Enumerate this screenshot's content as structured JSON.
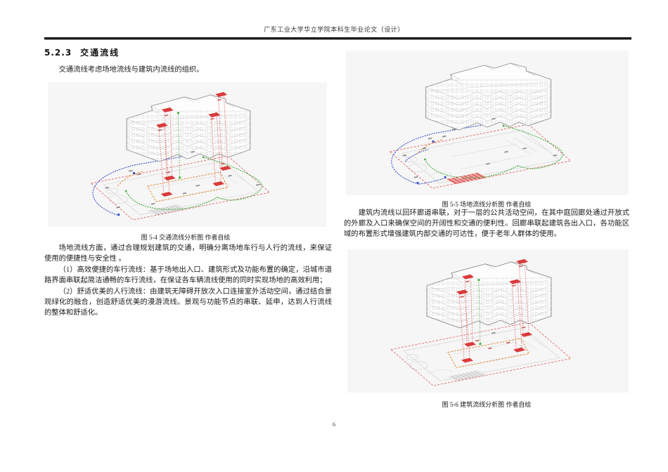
{
  "header": {
    "title": "广东工业大学华立学院本科生毕业论文（设计）"
  },
  "section": {
    "number": "5.2.3",
    "title": "交通流线"
  },
  "intro": "交通流线考虑场地流线与建筑内流线的组织。",
  "figures": {
    "fig54": {
      "caption": "图 5-4 交通流线分析图 作者自绘"
    },
    "fig55": {
      "caption": "图 5-5 场地流线分析图 作者自绘"
    },
    "fig56": {
      "caption": "图 5-6 建筑流线分析图 作者自绘"
    }
  },
  "paragraphs": {
    "site": "场地流线方面，通过合理规划建筑的交通，明确分离场地车行与人行的流线，来保证使用的便捷性与安全性 。",
    "vehicle": "（1）高效便捷的车行流线：基于场地出入口、建筑形式及功能布置的确定，沿城市道路界面串联起简洁通畅的车行流线，在保证各车辆流线使用的同时实现场地的高效利用；",
    "pedestrian": "（2）舒适优美的人行流线：由建筑无障碍开放次入口连接室外活动空间，通过结合景观绿化的融合，创造舒适优美的漫游流线。景观与功能节点的串联、延申，达到人行流线的整体和舒适化。",
    "interior": "建筑内流线以回环廊道串联，对于一层的公共活动空间，在其中庭回廊处通过开放式的外廊及入口来确保空间的开阔性和交通的便利性。回廊串联起建筑各出入口，各功能区域的布置形式增强建筑内部交通的可达性，便于老年人群体的使用。"
  },
  "page": {
    "number": "6"
  },
  "colors": {
    "figure_background": "#f6f6f6",
    "building_line": "#8a8a8a",
    "entry_red": "#d93a3a",
    "boundary_red": "#e06868",
    "route_blue": "#3a52c8",
    "route_green": "#3fae3f",
    "route_orange": "#e0872e"
  }
}
